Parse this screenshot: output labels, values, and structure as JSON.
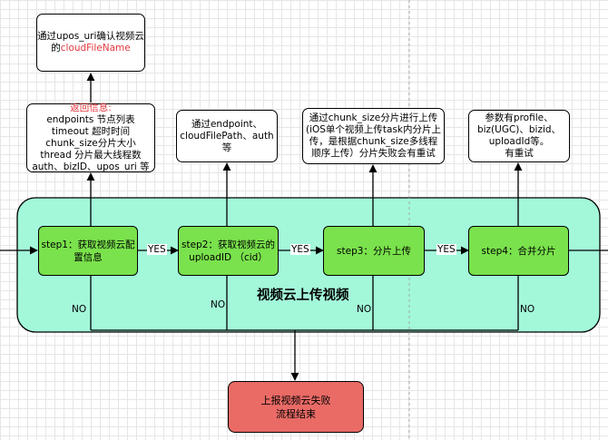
{
  "container": {
    "title": "视频云上传视频"
  },
  "notes": {
    "confirm_cloud": {
      "prefix": "通过upos_uri确认视频云的",
      "highlight": "cloudFileName"
    },
    "return_info": {
      "heading": "返回信息:",
      "lines": [
        "endpoints 节点列表",
        "timeout 超时时间",
        "chunk_size分片大小",
        "thread  分片最大线程数",
        "auth、bizID、upos_uri 等"
      ]
    },
    "endpoint": {
      "lines": [
        "通过endpoint、",
        "cloudFilePath、auth",
        "等"
      ]
    },
    "chunk": {
      "lines": [
        "通过chunk_size分片进行上传",
        "(iOS单个视频上传task内分片上",
        "传，是根据chunk_size多线程",
        "顺序上传）分片失败会有重试"
      ]
    },
    "params": {
      "lines": [
        "参数有profile、",
        "biz(UGC)、bizid、",
        "uploadId等。",
        "有重试"
      ]
    }
  },
  "steps": [
    {
      "lines": [
        "step1：获取视频云配",
        "置信息"
      ]
    },
    {
      "lines": [
        "step2：获取视频云的",
        "uploadID （cid）"
      ]
    },
    {
      "lines": [
        "step3：分片上传"
      ]
    },
    {
      "lines": [
        "step4：合并分片"
      ]
    }
  ],
  "edge_labels": {
    "yes": [
      "YES",
      "YES",
      "YES"
    ],
    "no": [
      "NO",
      "NO",
      "NO",
      "NO"
    ]
  },
  "end_box": {
    "lines": [
      "上报视频云失败",
      "流程结束"
    ]
  },
  "colors": {
    "container_fill": "#a3f8da",
    "step_fill": "#7ae24c",
    "end_fill": "#ea6b66",
    "highlight_text": "#e6373d",
    "container_border": "#000000"
  }
}
